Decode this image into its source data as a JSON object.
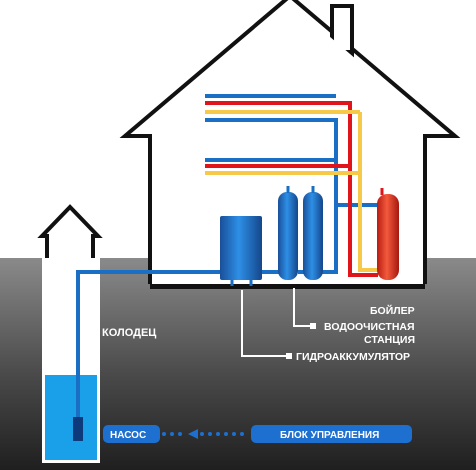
{
  "labels": {
    "well": "КОЛОДЕЦ",
    "boiler": "БОЙЛЕР",
    "filter_line1": "ВОДООЧИСТНАЯ",
    "filter_line2": "СТАНЦИЯ",
    "accumulator": "ГИДРОАККУМУЛЯТОР",
    "pump": "НАСОС",
    "control_unit": "БЛОК УПРАВЛЕНИЯ"
  },
  "colors": {
    "ground_top": "#7a7a7a",
    "ground_bottom": "#2b2b2b",
    "house_outline": "#111111",
    "pipe_cold": "#1a6fc4",
    "pipe_hot": "#e0151b",
    "pipe_return": "#f7c948",
    "water": "#1aa0e8",
    "tank_blue": "#1b6fc8",
    "boiler_red": "#e53322",
    "label_pill": "#1d6fd0"
  }
}
